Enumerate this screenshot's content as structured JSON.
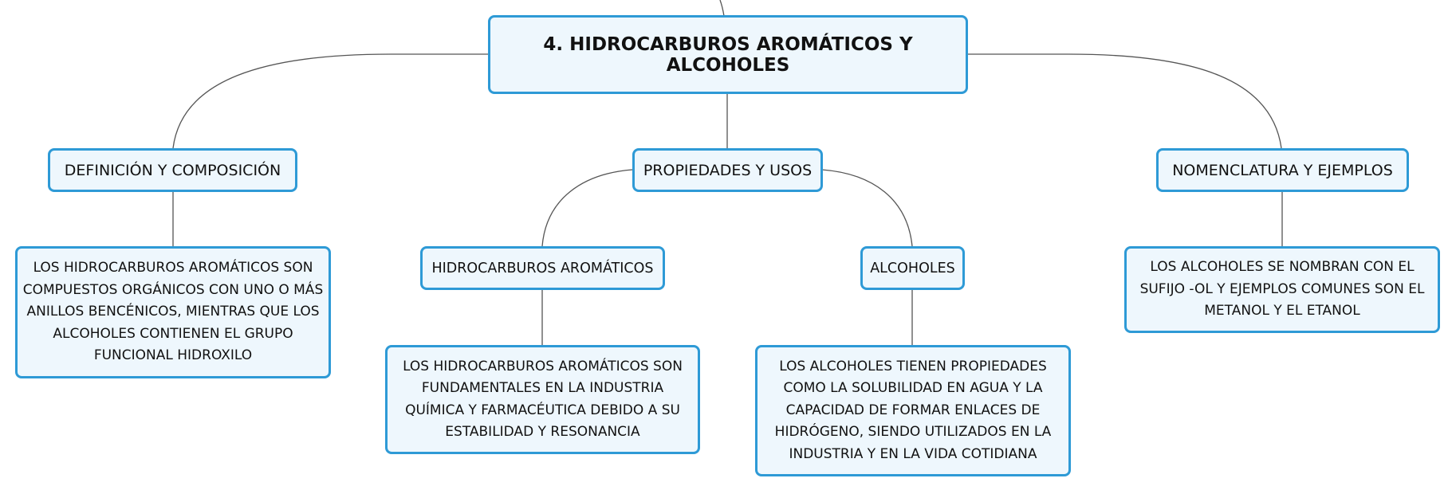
{
  "map": {
    "root": "4. HIDROCARBUROS AROMÁTICOS Y ALCOHOLES",
    "branches": [
      {
        "title": "DEFINICIÓN Y COMPOSICIÓN",
        "detail": "LOS HIDROCARBUROS AROMÁTICOS SON COMPUESTOS ORGÁNICOS CON UNO O MÁS ANILLOS BENCÉNICOS, MIENTRAS QUE LOS ALCOHOLES CONTIENEN EL GRUPO FUNCIONAL HIDROXILO"
      },
      {
        "title": "PROPIEDADES Y USOS",
        "children": [
          {
            "title": "HIDROCARBUROS AROMÁTICOS",
            "detail": "LOS HIDROCARBUROS AROMÁTICOS SON FUNDAMENTALES EN LA INDUSTRIA QUÍMICA Y FARMACÉUTICA DEBIDO A SU ESTABILIDAD Y RESONANCIA"
          },
          {
            "title": "ALCOHOLES",
            "detail": "LOS ALCOHOLES TIENEN PROPIEDADES COMO LA SOLUBILIDAD EN AGUA Y LA CAPACIDAD DE FORMAR ENLACES DE HIDRÓGENO, SIENDO UTILIZADOS EN LA INDUSTRIA Y EN LA VIDA COTIDIANA"
          }
        ]
      },
      {
        "title": "NOMENCLATURA Y EJEMPLOS",
        "detail": "LOS ALCOHOLES SE NOMBRAN CON EL SUFIJO -OL Y EJEMPLOS COMUNES SON EL METANOL Y EL ETANOL"
      }
    ]
  },
  "colors": {
    "node_border": "#2e9ad6",
    "node_fill": "#eef7fd",
    "connector": "#555555"
  }
}
